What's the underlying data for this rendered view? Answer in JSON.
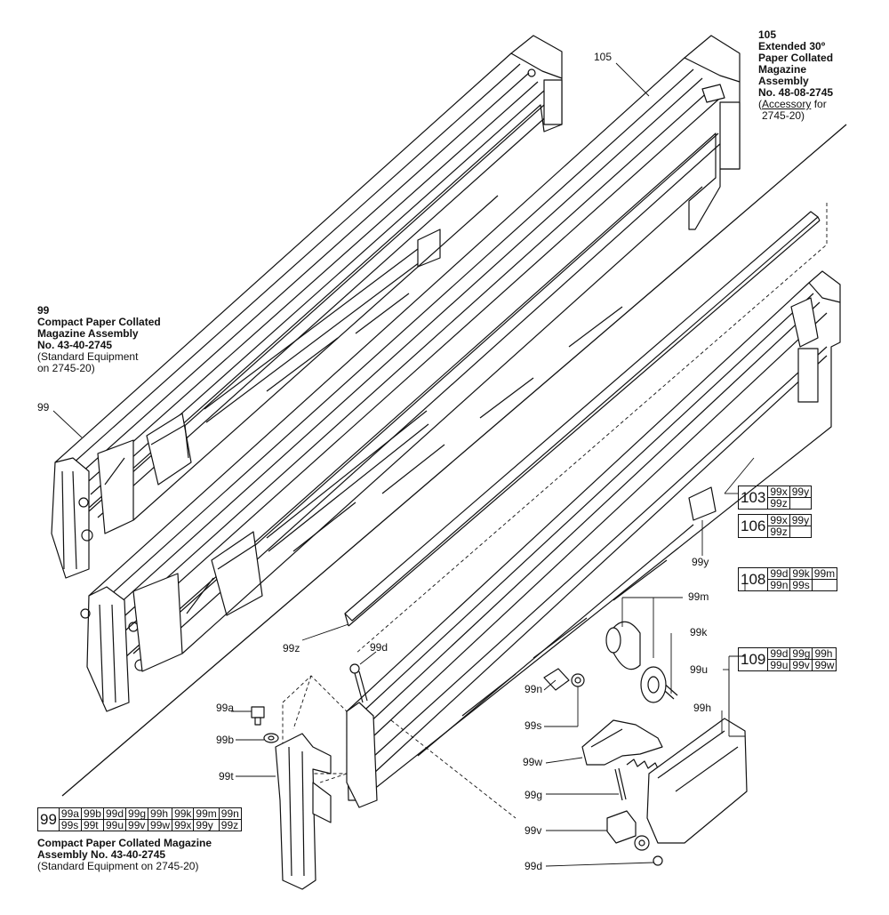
{
  "notes": {
    "n105": {
      "number": "105",
      "title": [
        "Extended 30º",
        "Paper Collated",
        "Magazine",
        "Assembly",
        "No. 48-08-2745"
      ],
      "sub_link": "Accessory",
      "sub_rest": " for",
      "sub2": "2745-20)"
    },
    "n99": {
      "number": "99",
      "title": [
        "Compact Paper Collated",
        "Magazine Assembly",
        "No. 43-40-2745"
      ],
      "sub": [
        "(Standard Equipment",
        "on 2745-20)"
      ]
    },
    "bottom": {
      "title": [
        "Compact Paper Collated Magazine",
        "Assembly No. 43-40-2745"
      ],
      "sub": "(Standard Equipment on 2745-20)"
    }
  },
  "labels": {
    "l105": "105",
    "l99": "99",
    "l99y": "99y",
    "l99m": "99m",
    "l99k": "99k",
    "l99u": "99u",
    "l99h": "99h",
    "l99z": "99z",
    "l99d_top": "99d",
    "l99n": "99n",
    "l99s": "99s",
    "l99a": "99a",
    "l99b": "99b",
    "l99t": "99t",
    "l99w": "99w",
    "l99g": "99g",
    "l99v": "99v",
    "l99d_bot": "99d"
  },
  "kits": {
    "k103": {
      "id": "103",
      "rows": [
        [
          "99x",
          "99y"
        ],
        [
          "99z",
          ""
        ]
      ]
    },
    "k106": {
      "id": "106",
      "rows": [
        [
          "99x",
          "99y"
        ],
        [
          "99z",
          ""
        ]
      ]
    },
    "k108": {
      "id": "108",
      "rows": [
        [
          "99d",
          "99k",
          "99m"
        ],
        [
          "99n",
          "99s",
          ""
        ]
      ]
    },
    "k109": {
      "id": "109",
      "rows": [
        [
          "99d",
          "99g",
          "99h"
        ],
        [
          "99u",
          "99v",
          "99w"
        ]
      ]
    },
    "k99": {
      "id": "99",
      "rows": [
        [
          "99a",
          "99b",
          "99d",
          "99g",
          "99h",
          "99k",
          "99m",
          "99n"
        ],
        [
          "99s",
          "99t",
          "99u",
          "99v",
          "99w",
          "99x",
          "99y",
          "99z"
        ]
      ]
    }
  }
}
